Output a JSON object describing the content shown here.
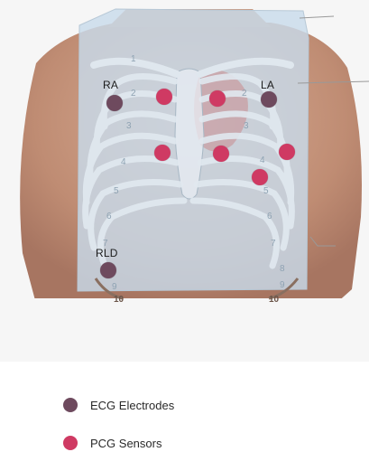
{
  "markers": {
    "ra_label": "RA",
    "la_label": "LA",
    "rld_label": "RLD"
  },
  "rib_numbers": [
    "1",
    "2",
    "2",
    "3",
    "3",
    "4",
    "4",
    "5",
    "5",
    "6",
    "6",
    "7",
    "7",
    "8",
    "9",
    "9",
    "10",
    "10"
  ],
  "legend": {
    "ecg_label": "ECG Electrodes",
    "pcg_label": "PCG Sensors"
  },
  "colors": {
    "ecg": "#6e4a5e",
    "pcg": "#cf3a63",
    "overlay": "#c8dbea",
    "skin": "#c89880"
  }
}
